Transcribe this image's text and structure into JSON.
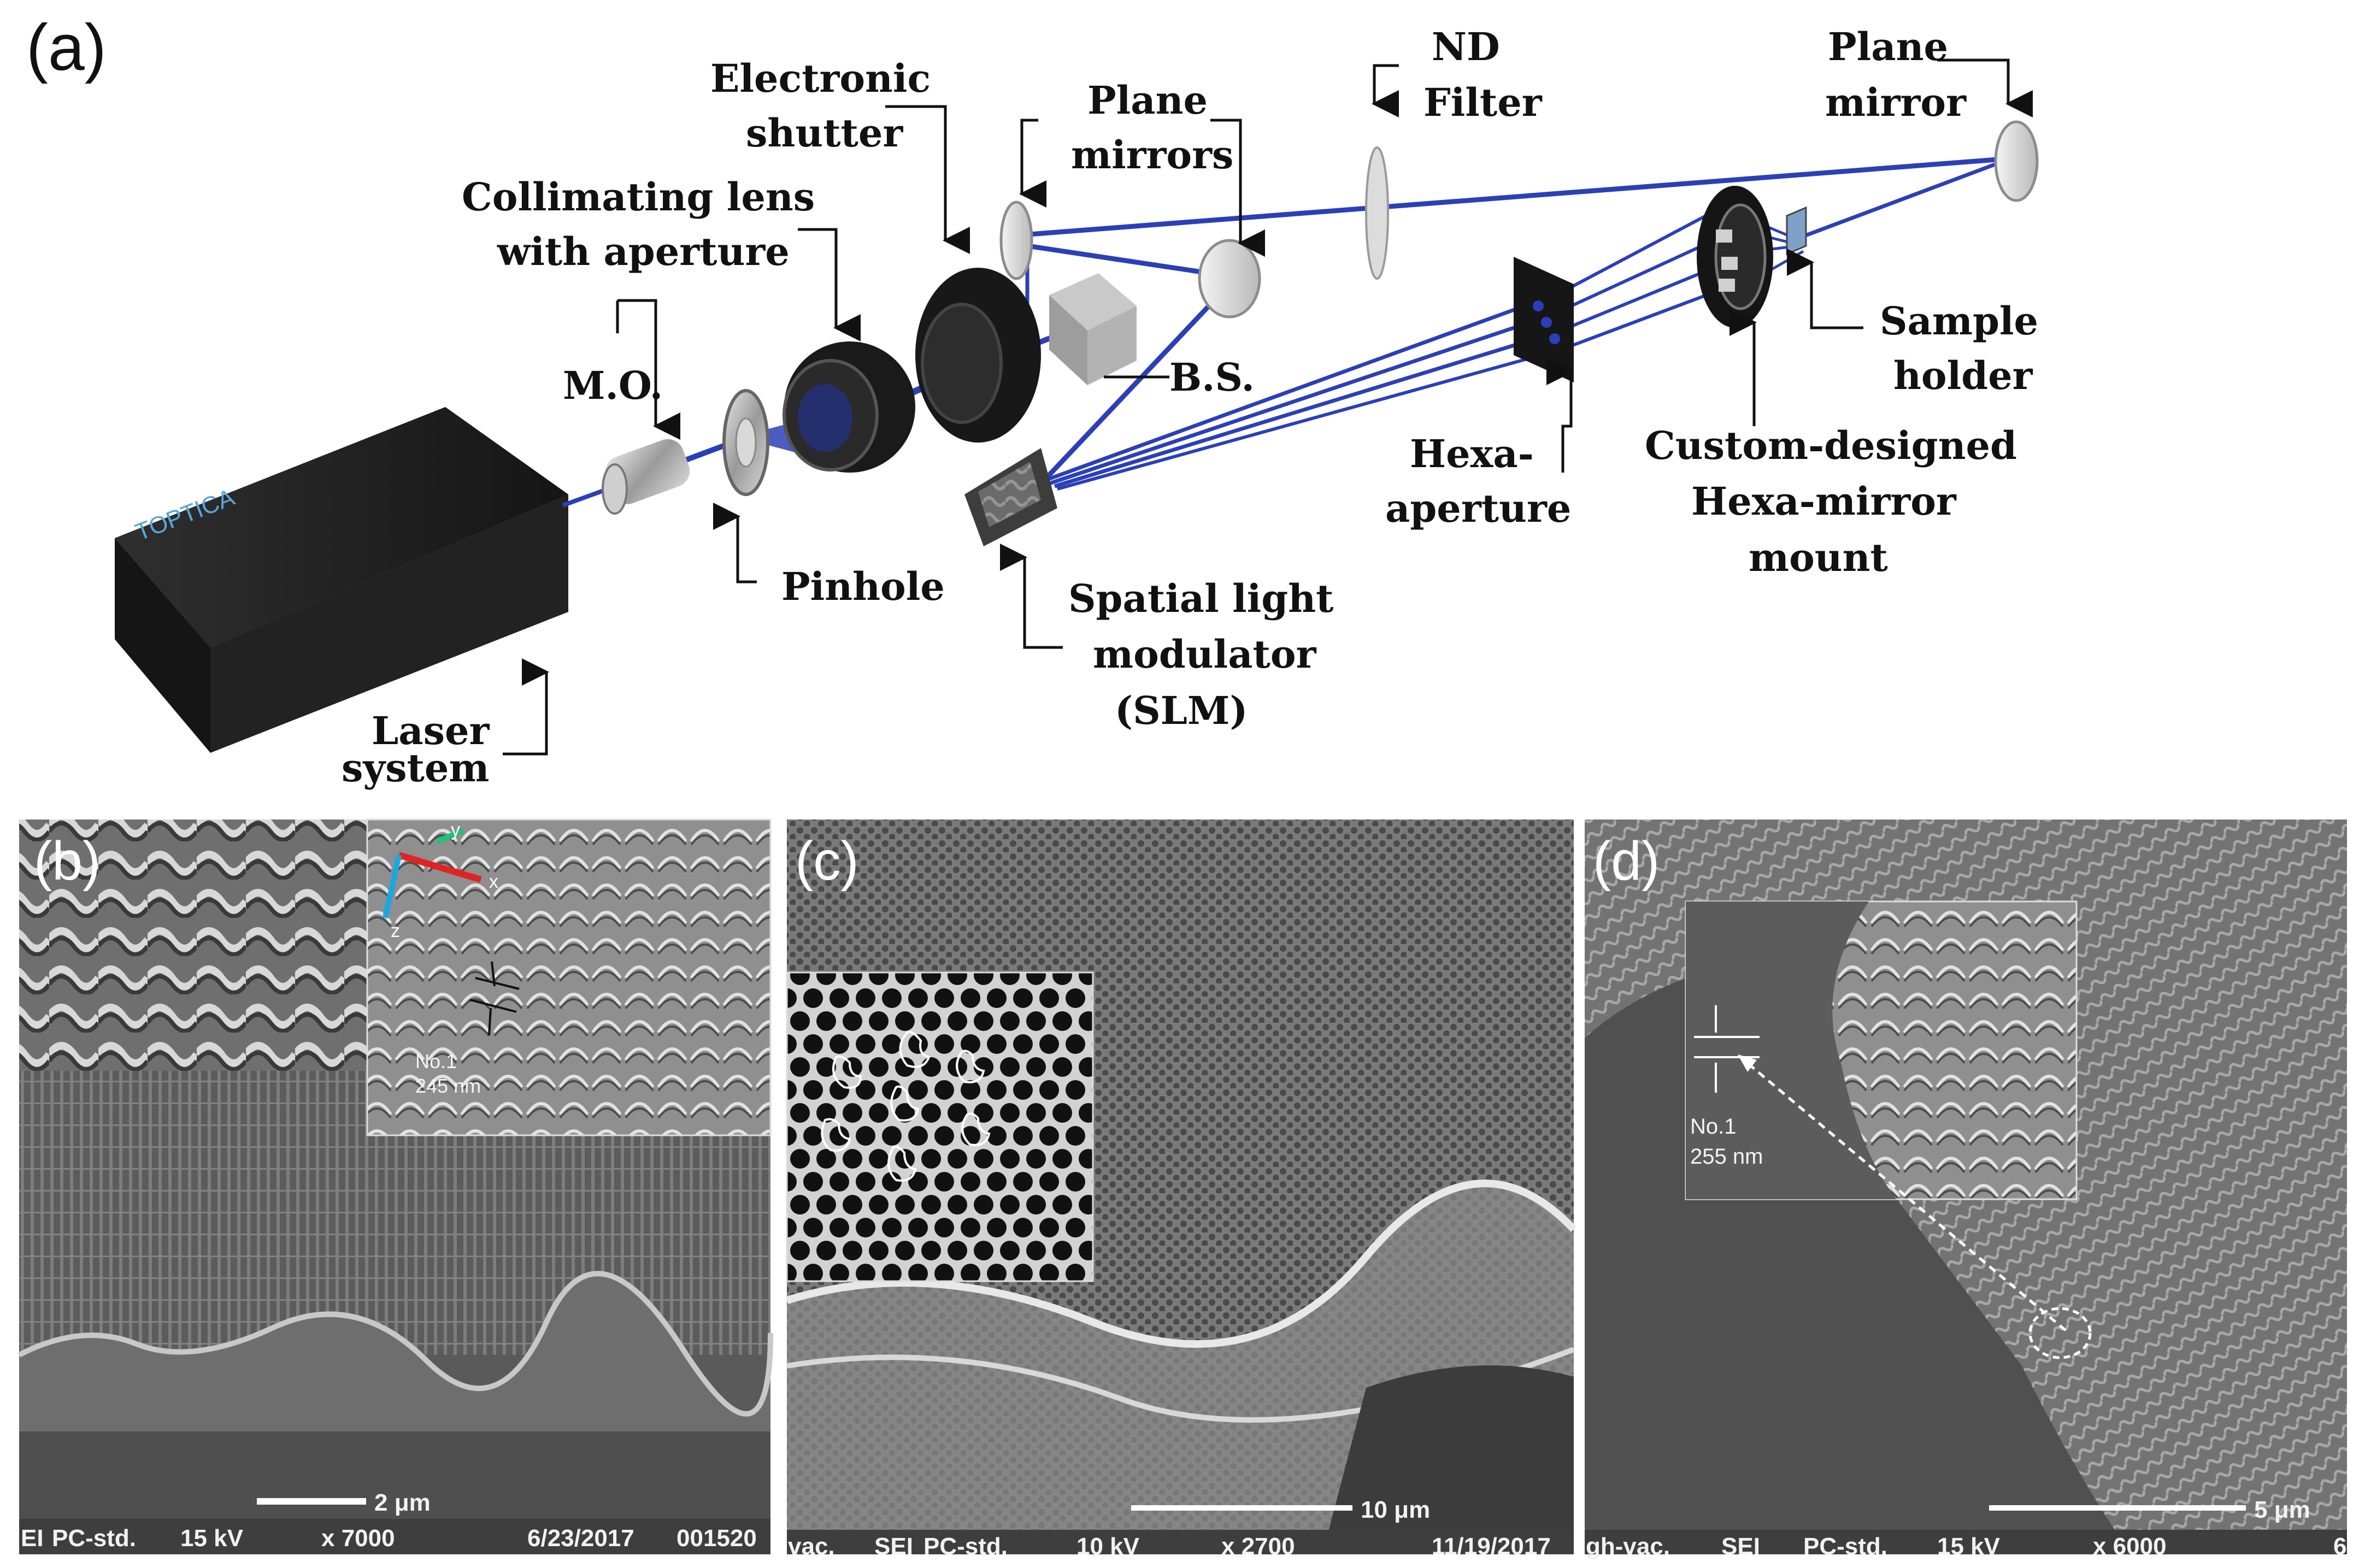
{
  "panel_a": {
    "tag": "(a)",
    "brand": "TOPTICA",
    "labels": {
      "electronic": "Electronic",
      "shutter": "shutter",
      "plane_mirrors_1": "Plane",
      "plane_mirrors_2": "mirrors",
      "nd_1": "ND",
      "nd_2": "Filter",
      "plane_mirror_1": "Plane",
      "plane_mirror_2": "mirror",
      "collimating_1": "Collimating lens",
      "collimating_2": "with aperture",
      "mo": "M.O.",
      "bs": "B.S.",
      "sample_1": "Sample",
      "sample_2": "holder",
      "hexa_ap_1": "Hexa-",
      "hexa_ap_2": "aperture",
      "custom_1": "Custom-designed",
      "custom_2": "Hexa-mirror",
      "custom_3": "mount",
      "pinhole": "Pinhole",
      "slm_1": "Spatial light",
      "slm_2": "modulator",
      "slm_3": "(SLM)",
      "laser_1": "Laser",
      "laser_2": "system"
    }
  },
  "panel_b": {
    "tag": "(b)",
    "axes": {
      "y": "y",
      "x": "x",
      "z": "z"
    },
    "inset_no": "No.1",
    "inset_size": "245 nm",
    "scale": "2 μm",
    "footer": {
      "mode": "EI",
      "det": "PC-std.",
      "kv": "15 kV",
      "mag": "x 7000",
      "date": "6/23/2017",
      "id": "001520"
    }
  },
  "panel_c": {
    "tag": "(c)",
    "scale": "10 μm",
    "footer": {
      "vac": "vac.",
      "mode": "SEI",
      "det": "PC-std.",
      "kv": "10 kV",
      "mag": "x 2700",
      "date": "11/19/2017"
    }
  },
  "panel_d": {
    "tag": "(d)",
    "inset_no": "No.1",
    "inset_size": "255 nm",
    "scale": "5 μm",
    "footer": {
      "vac": "gh-vac.",
      "mode": "SEI",
      "det": "PC-std.",
      "kv": "15 kV",
      "mag": "x 6000",
      "extra": "6"
    }
  },
  "colors": {
    "beam": "#2b3fb8",
    "sem_bg": "#4a4a4a",
    "laser_body": "#1c1c1c"
  }
}
